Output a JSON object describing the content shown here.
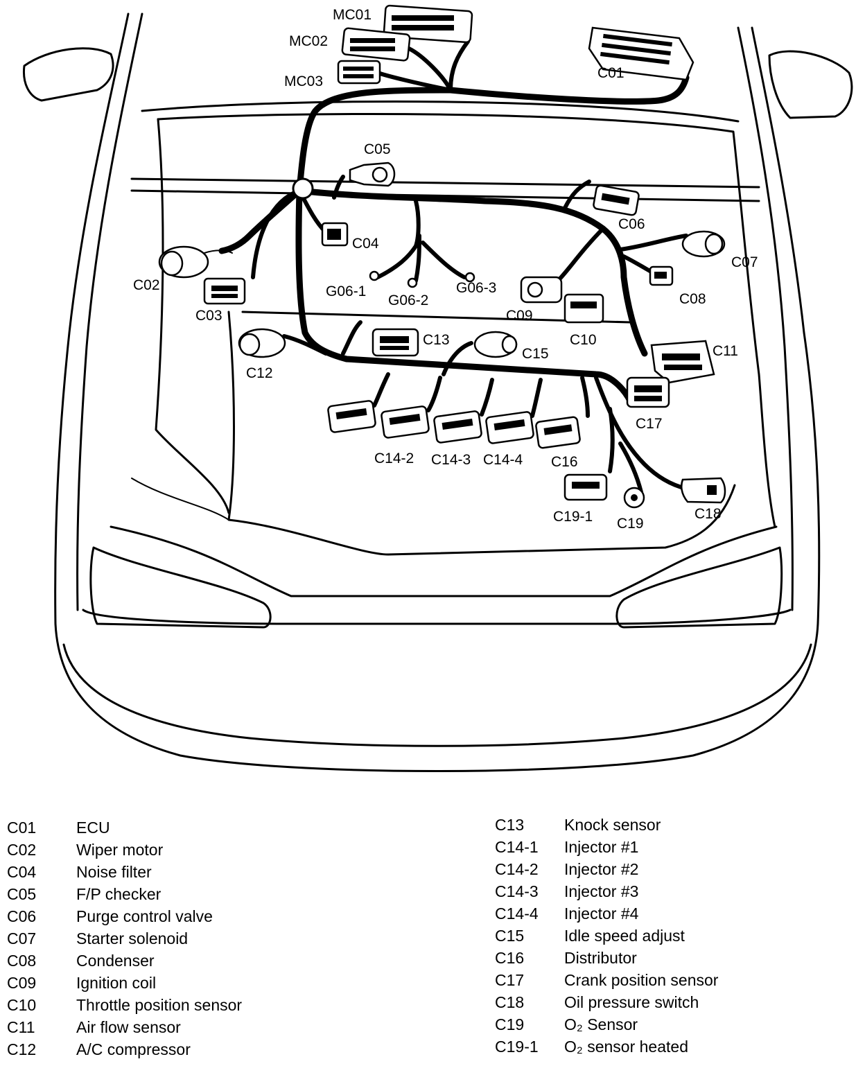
{
  "diagram": {
    "labels": {
      "MC01": "MC01",
      "MC02": "MC02",
      "MC03": "MC03",
      "C01": "C01",
      "C02": "C02",
      "C03": "C03",
      "C04": "C04",
      "C05": "C05",
      "C06": "C06",
      "C07": "C07",
      "C08": "C08",
      "C09": "C09",
      "C10": "C10",
      "C11": "C11",
      "C12": "C12",
      "C13": "C13",
      "C14_2": "C14-2",
      "C14_3": "C14-3",
      "C14_4": "C14-4",
      "C15": "C15",
      "C16": "C16",
      "C17": "C17",
      "C18": "C18",
      "C19": "C19",
      "C19_1": "C19-1",
      "G06_1": "G06-1",
      "G06_2": "G06-2",
      "G06_3": "G06-3"
    }
  },
  "legend": {
    "left": [
      {
        "code": "C01",
        "desc": "ECU"
      },
      {
        "code": "C02",
        "desc": "Wiper motor"
      },
      {
        "code": "C04",
        "desc": "Noise filter"
      },
      {
        "code": "C05",
        "desc": "F/P checker"
      },
      {
        "code": "C06",
        "desc": "Purge control valve"
      },
      {
        "code": "C07",
        "desc": "Starter solenoid"
      },
      {
        "code": "C08",
        "desc": "Condenser"
      },
      {
        "code": "C09",
        "desc": "Ignition coil"
      },
      {
        "code": "C10",
        "desc": "Throttle position sensor"
      },
      {
        "code": "C11",
        "desc": "Air flow sensor"
      },
      {
        "code": "C12",
        "desc": "A/C compressor"
      }
    ],
    "right": [
      {
        "code": "C13",
        "desc": "Knock sensor"
      },
      {
        "code": "C14-1",
        "desc": "Injector #1"
      },
      {
        "code": "C14-2",
        "desc": "Injector #2"
      },
      {
        "code": "C14-3",
        "desc": "Injector #3"
      },
      {
        "code": "C14-4",
        "desc": "Injector #4"
      },
      {
        "code": "C15",
        "desc": "Idle speed adjust"
      },
      {
        "code": "C16",
        "desc": "Distributor"
      },
      {
        "code": "C17",
        "desc": "Crank position sensor"
      },
      {
        "code": "C18",
        "desc": "Oil pressure switch"
      },
      {
        "code": "C19",
        "desc": "O₂ Sensor"
      },
      {
        "code": "C19-1",
        "desc": "O₂ sensor heated"
      }
    ]
  }
}
